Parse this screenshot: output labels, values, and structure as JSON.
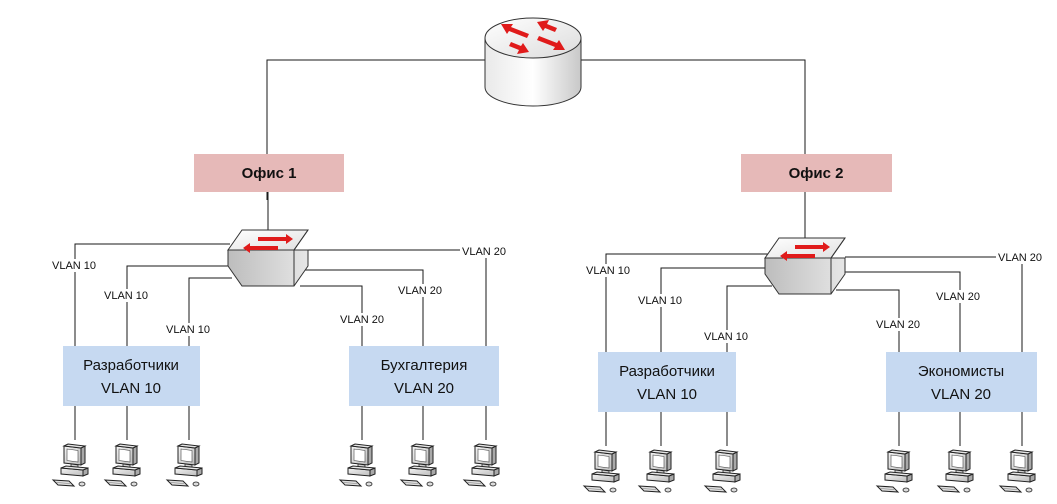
{
  "diagram": {
    "offices": [
      {
        "label": "Офис 1",
        "groups": [
          {
            "line1": "Разработчики",
            "line2": "VLAN 10"
          },
          {
            "line1": "Бухгалтерия",
            "line2": "VLAN 20"
          }
        ],
        "port_labels": [
          "VLAN 10",
          "VLAN 10",
          "VLAN 10",
          "VLAN 20",
          "VLAN 20",
          "VLAN 20"
        ]
      },
      {
        "label": "Офис 2",
        "groups": [
          {
            "line1": "Разработчики",
            "line2": "VLAN 10"
          },
          {
            "line1": "Экономисты",
            "line2": "VLAN 20"
          }
        ],
        "port_labels": [
          "VLAN 10",
          "VLAN 10",
          "VLAN 10",
          "VLAN 20",
          "VLAN 20",
          "VLAN 20"
        ]
      }
    ],
    "colors": {
      "office_fill": "#e6b9b8",
      "group_fill": "#c6d9f1",
      "arrow_red": "#e01b1b",
      "device_gray": "#d9d9d9",
      "line": "#1a1a1a"
    },
    "icons": {
      "core": "router-icon",
      "office_switch": "switch-icon",
      "endpoint": "workstation-icon"
    }
  }
}
